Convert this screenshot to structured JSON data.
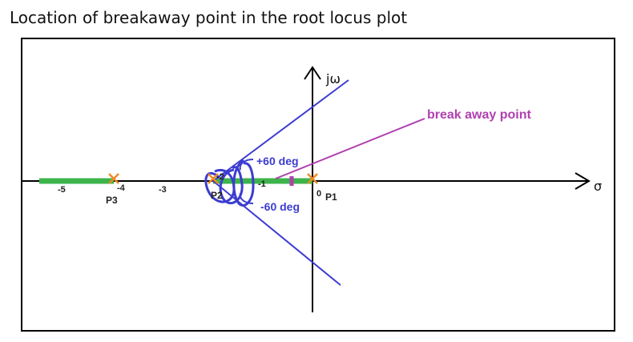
{
  "title": "Location of breakaway point in the root locus plot",
  "axes": {
    "imag_label": "jω",
    "real_label": "σ",
    "ticks": [
      {
        "value": -5,
        "label": "-5"
      },
      {
        "value": -4,
        "label": "-4"
      },
      {
        "value": -3,
        "label": "-3"
      },
      {
        "value": -2,
        "label": "-2"
      },
      {
        "value": -1,
        "label": "-1"
      },
      {
        "value": 0,
        "label": "0"
      }
    ]
  },
  "poles": [
    {
      "label": "P1",
      "value": 0
    },
    {
      "label": "P2",
      "value": -2
    },
    {
      "label": "P3",
      "value": -4
    }
  ],
  "locus_segments_on_real_axis": [
    {
      "from": -5.5,
      "to": -4
    },
    {
      "from": -2,
      "to": 0
    }
  ],
  "asymptote_angles": {
    "upper": "+60 deg",
    "lower": "-60 deg"
  },
  "breakaway_point": {
    "label": "break away point",
    "value": -0.42
  },
  "colors": {
    "locus": "#3cb44b",
    "asymptote": "#3c3cd2",
    "breakaway": "#b040b0",
    "pole_mark": "#f08a24"
  }
}
